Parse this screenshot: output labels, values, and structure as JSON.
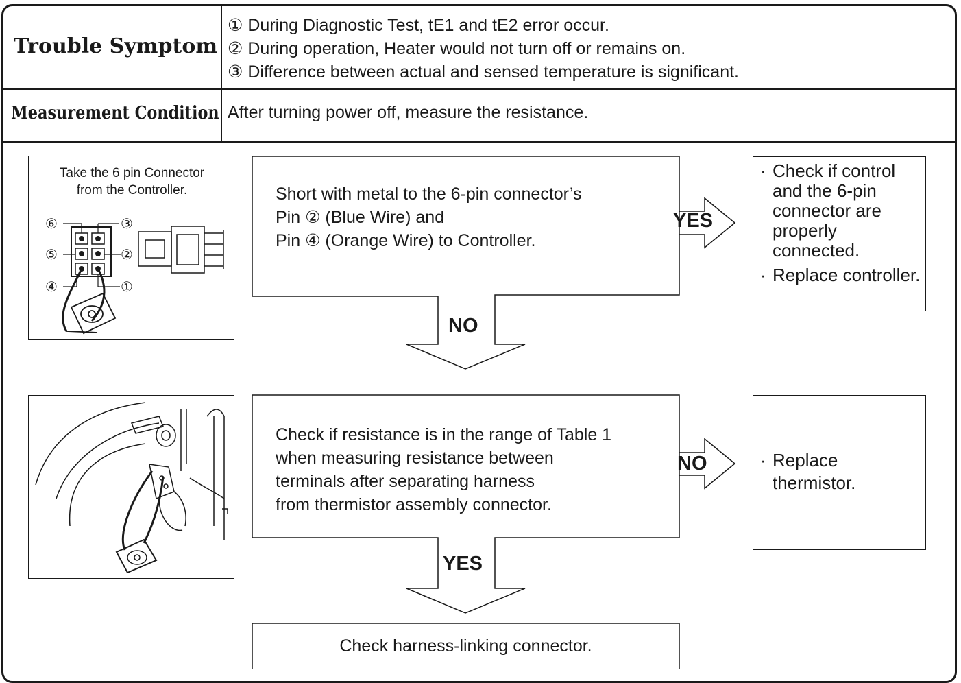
{
  "header": {
    "symptom_label": "Trouble Symptom",
    "symptoms": [
      "① During Diagnostic Test,  tE1 and tE2  error occur.",
      "② During operation, Heater would not turn off or remains on.",
      "③ Difference between actual and sensed temperature is significant."
    ],
    "condition_label": "Measurement Condition",
    "condition_text": "After turning power off, measure the resistance."
  },
  "step1": {
    "figure_caption": [
      "Take the 6 pin Connector",
      "from the Controller."
    ],
    "pin_labels": [
      "⑥",
      "③",
      "⑤",
      "②",
      "④",
      "①"
    ],
    "instruction": [
      "Short  with metal to the 6-pin connector’s",
      "Pin ② (Blue Wire) and",
      "Pin ④ (Orange Wire) to Controller."
    ],
    "yes_label": "YES",
    "no_label": "NO",
    "result": [
      "Check if control and the 6-pin connector are properly connected.",
      "Replace controller."
    ]
  },
  "step2": {
    "instruction": [
      "Check if resistance is in the range of Table 1",
      "when measuring resistance between",
      "terminals after separating harness",
      "from thermistor assembly connector."
    ],
    "no_label": "NO",
    "yes_label": "YES",
    "result": [
      "Replace thermistor."
    ]
  },
  "step3": {
    "instruction": "Check harness-linking connector."
  }
}
